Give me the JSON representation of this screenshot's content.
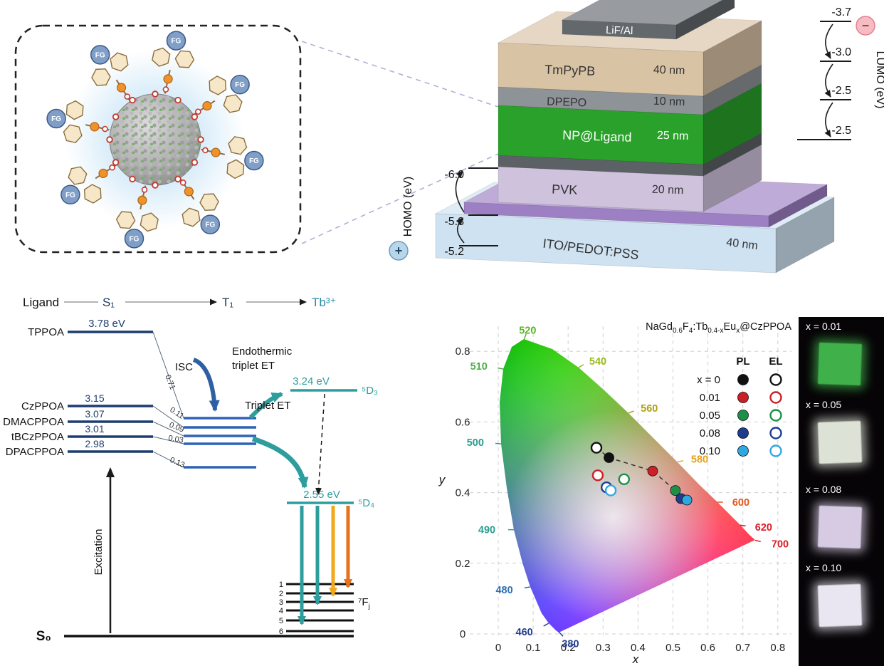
{
  "nano": {
    "fg": "FG"
  },
  "device": {
    "layers": [
      {
        "name": "LiF/Al",
        "thickness": "",
        "color": "#63686d"
      },
      {
        "name": "TmPyPB",
        "thickness": "40 nm",
        "color": "#d9c3a5"
      },
      {
        "name": "DPEPO",
        "thickness": "10 nm",
        "color": "#8e9398"
      },
      {
        "name": "NP@Ligand",
        "thickness": "25 nm",
        "color": "#2aa12a"
      },
      {
        "name": "",
        "thickness": "",
        "color": "#5c6166"
      },
      {
        "name": "PVK",
        "thickness": "20 nm",
        "color": "#cfc2dd"
      },
      {
        "name": "",
        "thickness": "",
        "color": "#9d7fc4"
      },
      {
        "name": "ITO/PEDOT:PSS",
        "thickness": "40 nm",
        "color": "#cfe2f2"
      }
    ],
    "homo": {
      "label": "HOMO (eV)",
      "values": [
        "-6.0",
        "-5.8",
        "-5.2"
      ],
      "plus": "+"
    },
    "lumo": {
      "label": "LUMO (eV)",
      "values": [
        "-3.7",
        "-3.0",
        "-2.5",
        "-2.5"
      ],
      "minus": "−"
    }
  },
  "energy": {
    "header": {
      "ligand": "Ligand",
      "s1": "S₁",
      "t1": "T₁",
      "tb": "Tb³⁺"
    },
    "levels": [
      {
        "name": "TPPOA",
        "value": "3.78 eV"
      },
      {
        "name": "CzPPOA",
        "value": "3.15"
      },
      {
        "name": "DMACPPOA",
        "value": "3.07"
      },
      {
        "name": "tBCzPPOA",
        "value": "3.01"
      },
      {
        "name": "DPACPPOA",
        "value": "2.98"
      }
    ],
    "isc_label": "ISC",
    "isc_values": [
      "0.71",
      "0.11",
      "0.09",
      "0.03",
      "0.13"
    ],
    "endo1": "Endothermic",
    "endo2": "triplet ET",
    "triplet": "Triplet ET",
    "d3_value": "3.24 eV",
    "d3_label": "⁵D₃",
    "d4_value": "2.55 eV",
    "d4_label": "⁵D₄",
    "fj_base": "⁷F",
    "fj_sub": "j",
    "fj_levels": [
      "1",
      "2",
      "3",
      "4",
      "5",
      "6"
    ],
    "s0": "S₀",
    "excitation": "Excitation"
  },
  "photos": {
    "labels": [
      "x = 0.01",
      "x = 0.05",
      "x = 0.08",
      "x = 0.10"
    ],
    "colors": [
      "#3fb04a",
      "#dde2d6",
      "#d6cbe2",
      "#e9e5f1"
    ]
  },
  "chart_data": {
    "type": "scatter",
    "title_parts": [
      "NaGd",
      "0.6",
      "F",
      "4",
      ":Tb",
      "0.4-x",
      "Eu",
      "x",
      "@CzPPOA"
    ],
    "xlabel": "x",
    "ylabel": "y",
    "xlim": [
      0,
      0.8
    ],
    "ylim": [
      0,
      0.9
    ],
    "grid": true,
    "legend_position": "upper right",
    "legend_headers": [
      "PL",
      "EL"
    ],
    "xticks": [
      "0",
      "0.1",
      "0.2",
      "0.3",
      "0.4",
      "0.5",
      "0.6",
      "0.7",
      "0.8"
    ],
    "yticks": [
      "0",
      "0.2",
      "0.4",
      "0.6",
      "0.8"
    ],
    "series": [
      {
        "label": "x  =  0",
        "color": "#111111",
        "pl": [
          0.317,
          0.499
        ],
        "el": [
          0.281,
          0.527
        ]
      },
      {
        "label": "0.01",
        "color": "#cc2027",
        "pl": [
          0.442,
          0.461
        ],
        "el": [
          0.285,
          0.449
        ]
      },
      {
        "label": "0.05",
        "color": "#1d9048",
        "pl": [
          0.507,
          0.406
        ],
        "el": [
          0.36,
          0.438
        ]
      },
      {
        "label": "0.08",
        "color": "#1f3d8f",
        "pl": [
          0.523,
          0.383
        ],
        "el": [
          0.31,
          0.415
        ]
      },
      {
        "label": "0.10",
        "color": "#2fa8e1",
        "pl": [
          0.54,
          0.379
        ],
        "el": [
          0.322,
          0.406
        ]
      }
    ],
    "wavelengths": [
      {
        "nm": "380",
        "color": "#28418f",
        "cx": 0.174,
        "cy": 0.005,
        "ox": 16,
        "oy": 16
      },
      {
        "nm": "460",
        "color": "#28418f",
        "cx": 0.144,
        "cy": 0.03,
        "ox": -22,
        "oy": 12
      },
      {
        "nm": "480",
        "color": "#2f6fb3",
        "cx": 0.091,
        "cy": 0.133,
        "ox": -24,
        "oy": 4
      },
      {
        "nm": "490",
        "color": "#2a9d8f",
        "cx": 0.045,
        "cy": 0.295,
        "ox": -26,
        "oy": 0
      },
      {
        "nm": "500",
        "color": "#2a9d8f",
        "cx": 0.008,
        "cy": 0.538,
        "ox": -24,
        "oy": -2
      },
      {
        "nm": "510",
        "color": "#4daf4a",
        "cx": 0.014,
        "cy": 0.75,
        "ox": -22,
        "oy": -4
      },
      {
        "nm": "520",
        "color": "#5bb52a",
        "cx": 0.074,
        "cy": 0.834,
        "ox": 5,
        "oy": -13
      },
      {
        "nm": "540",
        "color": "#9aba1e",
        "cx": 0.23,
        "cy": 0.754,
        "ox": 15,
        "oy": -9
      },
      {
        "nm": "560",
        "color": "#b0a014",
        "cx": 0.373,
        "cy": 0.625,
        "ox": 17,
        "oy": -7
      },
      {
        "nm": "580",
        "color": "#e8a117",
        "cx": 0.513,
        "cy": 0.487,
        "ox": 19,
        "oy": -4
      },
      {
        "nm": "600",
        "color": "#e2571b",
        "cx": 0.627,
        "cy": 0.373,
        "ox": 21,
        "oy": 0
      },
      {
        "nm": "620",
        "color": "#d62027",
        "cx": 0.692,
        "cy": 0.308,
        "ox": 21,
        "oy": 3
      },
      {
        "nm": "700",
        "color": "#d62027",
        "cx": 0.735,
        "cy": 0.265,
        "ox": 23,
        "oy": 5
      }
    ]
  }
}
